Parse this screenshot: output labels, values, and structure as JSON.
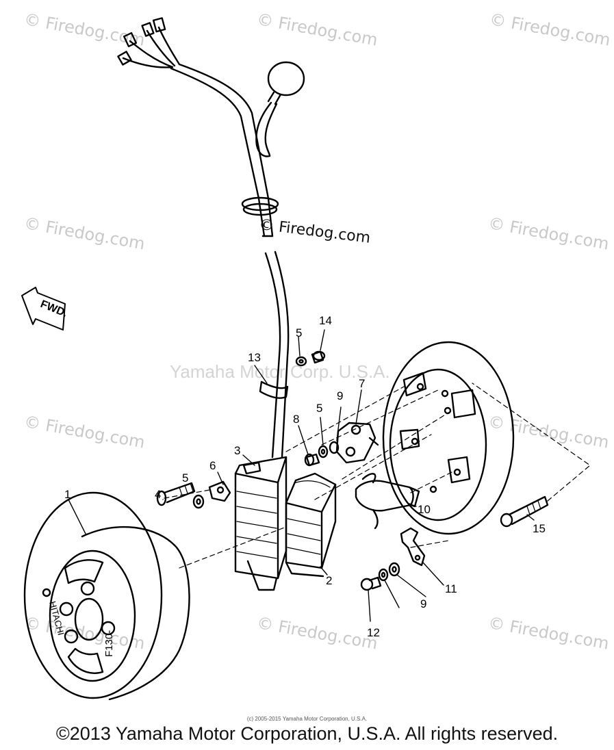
{
  "watermarks": {
    "firedog": "© Firedog.com",
    "center": "Yamaha Motor Corp. U.S.A."
  },
  "fwd_label": "FWD.",
  "rotor_text": {
    "brand": "HITACHI",
    "model": "F130-"
  },
  "callouts": [
    "1",
    "2",
    "3",
    "4",
    "5",
    "5",
    "5",
    "6",
    "7",
    "8",
    "9",
    "9",
    "10",
    "11",
    "12",
    "13",
    "14",
    "15"
  ],
  "footer": {
    "small": "(c) 2005-2015 Yamaha Motor Corporation, U.S.A.",
    "main": "©2013 Yamaha Motor Corporation, U.S.A. All rights reserved."
  }
}
